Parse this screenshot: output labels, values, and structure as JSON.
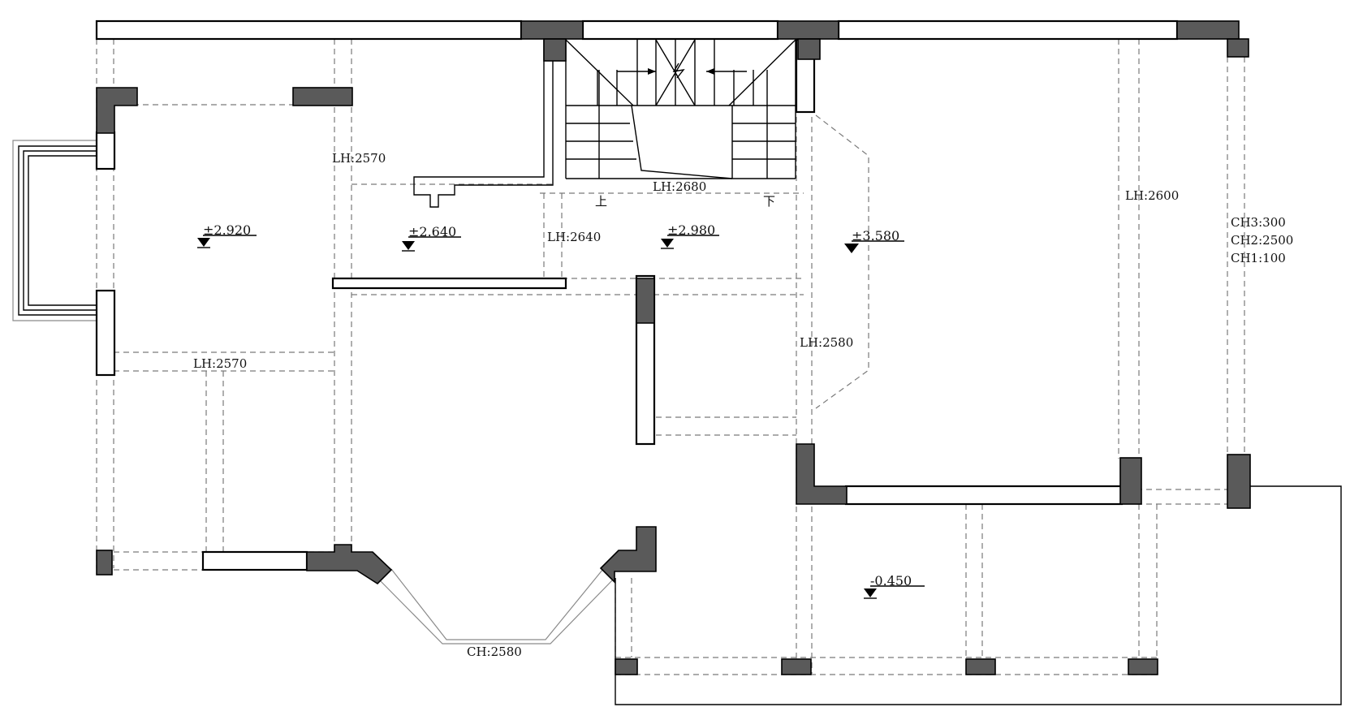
{
  "plan": {
    "levels": [
      {
        "id": "lv1",
        "text": "±2.920"
      },
      {
        "id": "lv2",
        "text": "±2.640"
      },
      {
        "id": "lv3",
        "text": "±2.980"
      },
      {
        "id": "lv4",
        "text": "±3.580"
      },
      {
        "id": "lv5",
        "text": "-0.450"
      }
    ],
    "heights": {
      "lh_2570_upper": "LH:2570",
      "lh_2570_lower": "LH:2570",
      "lh_2680": "LH:2680",
      "lh_2640": "LH:2640",
      "lh_2580": "LH:2580",
      "lh_2600": "LH:2600",
      "ch_2580": "CH:2580"
    },
    "ceiling_notes": [
      "CH3:300",
      "CH2:2500",
      "CH1:100"
    ],
    "stair": {
      "up": "上",
      "down": "下"
    },
    "colors": {
      "wall": "#ffffff",
      "column": "#5a5a5a",
      "line": "#000000",
      "dashed": "#7a7a7a"
    }
  }
}
